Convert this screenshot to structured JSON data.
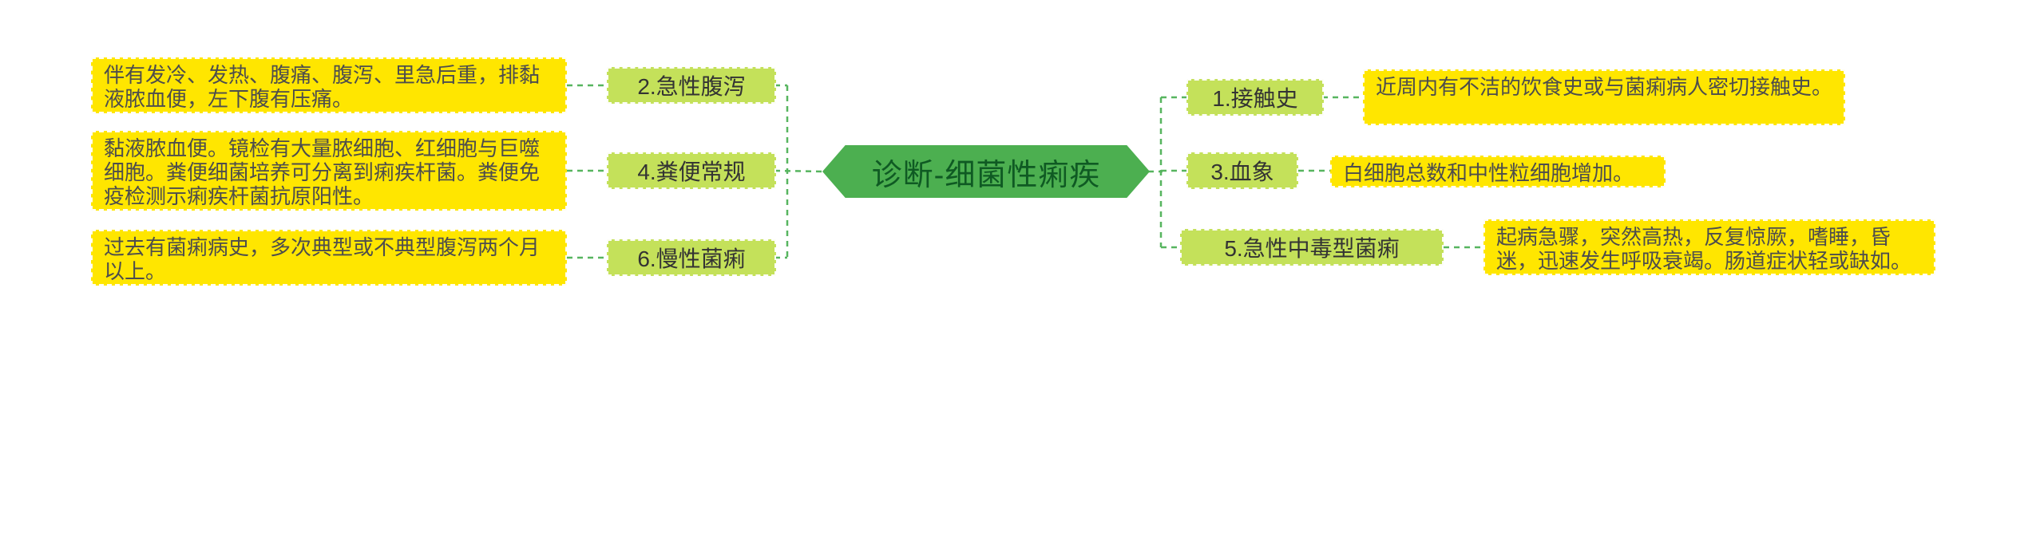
{
  "title": "诊断-细菌性痢疾",
  "left_branches": [
    {
      "label": "2.急性腹泻",
      "detail": "伴有发冷、发热、腹痛、腹泻、里急后重，排黏液脓血便，左下腹有压痛。"
    },
    {
      "label": "4.粪便常规",
      "detail": "黏液脓血便。镜检有大量脓细胞、红细胞与巨噬细胞。粪便细菌培养可分离到痢疾杆菌。粪便免疫检测示痢疾杆菌抗原阳性。"
    },
    {
      "label": "6.慢性菌痢",
      "detail": "过去有菌痢病史，多次典型或不典型腹泻两个月以上。"
    }
  ],
  "right_branches": [
    {
      "label": "1.接触史",
      "detail": "近周内有不洁的饮食史或与菌痢病人密切接触史。"
    },
    {
      "label": "3.血象",
      "detail": "白细胞总数和中性粒细胞增加。"
    },
    {
      "label": "5.急性中毒型菌痢",
      "detail": "起病急骤，突然高热，反复惊厥，嗜睡，昏迷，迅速发生呼吸衰竭。肠道症状轻或缺如。"
    }
  ],
  "colors": {
    "node_fill": "#ffe600",
    "node_text": "#4d4d4d",
    "branch_fill": "#c4e15a",
    "branch_text": "#333333",
    "center_fill": "#4caf50",
    "center_text": "#0f5a23",
    "line_color": "#57b55f"
  }
}
